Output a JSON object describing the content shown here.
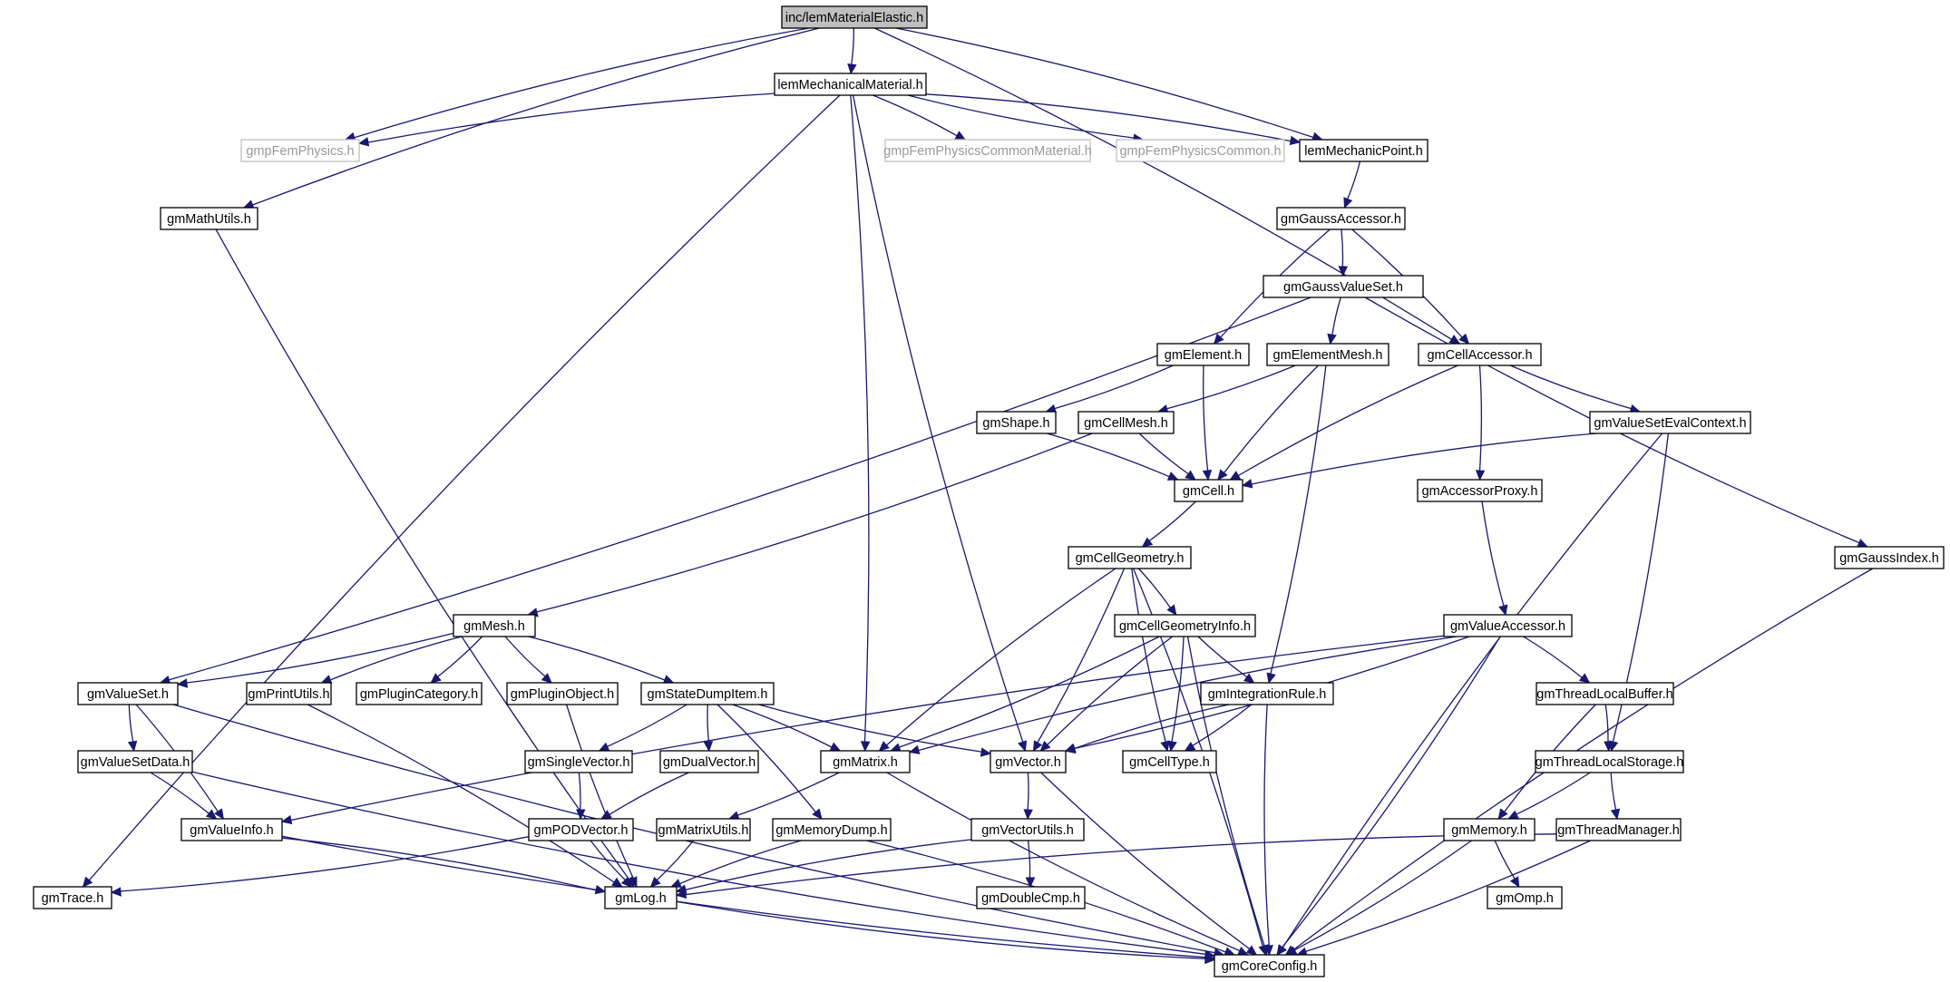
{
  "graph": {
    "edge_color": "#191970",
    "root_fill": "#bfbfbf",
    "external_color": "#9a9a9a",
    "nodes": [
      {
        "id": "n0",
        "label": "inc/lemMaterialElastic.h",
        "kind": "root"
      },
      {
        "id": "n1",
        "label": "lemMechanicalMaterial.h"
      },
      {
        "id": "n2",
        "label": "gmpFemPhysics.h",
        "kind": "ext"
      },
      {
        "id": "n3",
        "label": "gmpFemPhysicsCommonMaterial.h",
        "kind": "ext"
      },
      {
        "id": "n4",
        "label": "gmpFemPhysicsCommon.h",
        "kind": "ext"
      },
      {
        "id": "n5",
        "label": "lemMechanicPoint.h"
      },
      {
        "id": "n6",
        "label": "gmMathUtils.h"
      },
      {
        "id": "n7",
        "label": "gmGaussAccessor.h"
      },
      {
        "id": "n8",
        "label": "gmGaussValueSet.h"
      },
      {
        "id": "n9",
        "label": "gmElement.h"
      },
      {
        "id": "n10",
        "label": "gmElementMesh.h"
      },
      {
        "id": "n11",
        "label": "gmCellAccessor.h"
      },
      {
        "id": "n12",
        "label": "gmShape.h"
      },
      {
        "id": "n13",
        "label": "gmCellMesh.h"
      },
      {
        "id": "n14",
        "label": "gmValueSetEvalContext.h"
      },
      {
        "id": "n15",
        "label": "gmCell.h"
      },
      {
        "id": "n16",
        "label": "gmAccessorProxy.h"
      },
      {
        "id": "n17",
        "label": "gmCellGeometry.h"
      },
      {
        "id": "n18",
        "label": "gmGaussIndex.h"
      },
      {
        "id": "n19",
        "label": "gmMesh.h"
      },
      {
        "id": "n20",
        "label": "gmCellGeometryInfo.h"
      },
      {
        "id": "n21",
        "label": "gmValueAccessor.h"
      },
      {
        "id": "n22",
        "label": "gmValueSet.h"
      },
      {
        "id": "n23",
        "label": "gmPrintUtils.h"
      },
      {
        "id": "n24",
        "label": "gmPluginCategory.h"
      },
      {
        "id": "n25",
        "label": "gmPluginObject.h"
      },
      {
        "id": "n26",
        "label": "gmStateDumpItem.h"
      },
      {
        "id": "n27",
        "label": "gmIntegrationRule.h"
      },
      {
        "id": "n28",
        "label": "gmThreadLocalBuffer.h"
      },
      {
        "id": "n29",
        "label": "gmValueSetData.h"
      },
      {
        "id": "n30",
        "label": "gmSingleVector.h"
      },
      {
        "id": "n31",
        "label": "gmDualVector.h"
      },
      {
        "id": "n32",
        "label": "gmMatrix.h"
      },
      {
        "id": "n33",
        "label": "gmVector.h"
      },
      {
        "id": "n34",
        "label": "gmCellType.h"
      },
      {
        "id": "n35",
        "label": "gmThreadLocalStorage.h"
      },
      {
        "id": "n36",
        "label": "gmValueInfo.h"
      },
      {
        "id": "n37",
        "label": "gmPODVector.h"
      },
      {
        "id": "n38",
        "label": "gmMatrixUtils.h"
      },
      {
        "id": "n39",
        "label": "gmMemoryDump.h"
      },
      {
        "id": "n40",
        "label": "gmVectorUtils.h"
      },
      {
        "id": "n41",
        "label": "gmMemory.h"
      },
      {
        "id": "n42",
        "label": "gmThreadManager.h"
      },
      {
        "id": "n43",
        "label": "gmTrace.h"
      },
      {
        "id": "n44",
        "label": "gmLog.h"
      },
      {
        "id": "n45",
        "label": "gmDoubleCmp.h"
      },
      {
        "id": "n46",
        "label": "gmOmp.h"
      },
      {
        "id": "n47",
        "label": "gmCoreConfig.h"
      }
    ],
    "edges": [
      [
        "n0",
        "n1"
      ],
      [
        "n0",
        "n2"
      ],
      [
        "n0",
        "n5"
      ],
      [
        "n0",
        "n6"
      ],
      [
        "n0",
        "n11"
      ],
      [
        "n1",
        "n2"
      ],
      [
        "n1",
        "n3"
      ],
      [
        "n1",
        "n4"
      ],
      [
        "n1",
        "n5"
      ],
      [
        "n1",
        "n43"
      ],
      [
        "n1",
        "n32"
      ],
      [
        "n1",
        "n33"
      ],
      [
        "n5",
        "n7"
      ],
      [
        "n6",
        "n44"
      ],
      [
        "n7",
        "n8"
      ],
      [
        "n7",
        "n9"
      ],
      [
        "n7",
        "n11"
      ],
      [
        "n8",
        "n10"
      ],
      [
        "n8",
        "n22"
      ],
      [
        "n8",
        "n18"
      ],
      [
        "n9",
        "n12"
      ],
      [
        "n9",
        "n15"
      ],
      [
        "n10",
        "n13"
      ],
      [
        "n10",
        "n15"
      ],
      [
        "n10",
        "n27"
      ],
      [
        "n11",
        "n15"
      ],
      [
        "n11",
        "n16"
      ],
      [
        "n11",
        "n14"
      ],
      [
        "n12",
        "n15"
      ],
      [
        "n13",
        "n15"
      ],
      [
        "n13",
        "n19"
      ],
      [
        "n14",
        "n15"
      ],
      [
        "n14",
        "n35"
      ],
      [
        "n14",
        "n47"
      ],
      [
        "n15",
        "n17"
      ],
      [
        "n16",
        "n21"
      ],
      [
        "n17",
        "n20"
      ],
      [
        "n17",
        "n32"
      ],
      [
        "n17",
        "n33"
      ],
      [
        "n17",
        "n34"
      ],
      [
        "n17",
        "n47"
      ],
      [
        "n18",
        "n47"
      ],
      [
        "n19",
        "n22"
      ],
      [
        "n19",
        "n23"
      ],
      [
        "n19",
        "n24"
      ],
      [
        "n19",
        "n25"
      ],
      [
        "n19",
        "n26"
      ],
      [
        "n20",
        "n27"
      ],
      [
        "n20",
        "n32"
      ],
      [
        "n20",
        "n33"
      ],
      [
        "n20",
        "n34"
      ],
      [
        "n20",
        "n47"
      ],
      [
        "n21",
        "n28"
      ],
      [
        "n21",
        "n32"
      ],
      [
        "n21",
        "n33"
      ],
      [
        "n21",
        "n36"
      ],
      [
        "n21",
        "n47"
      ],
      [
        "n22",
        "n29"
      ],
      [
        "n22",
        "n36"
      ],
      [
        "n22",
        "n47"
      ],
      [
        "n23",
        "n44"
      ],
      [
        "n25",
        "n44"
      ],
      [
        "n26",
        "n30"
      ],
      [
        "n26",
        "n31"
      ],
      [
        "n26",
        "n32"
      ],
      [
        "n26",
        "n33"
      ],
      [
        "n26",
        "n39"
      ],
      [
        "n27",
        "n33"
      ],
      [
        "n27",
        "n34"
      ],
      [
        "n27",
        "n47"
      ],
      [
        "n28",
        "n35"
      ],
      [
        "n28",
        "n41"
      ],
      [
        "n29",
        "n36"
      ],
      [
        "n29",
        "n47"
      ],
      [
        "n30",
        "n37"
      ],
      [
        "n31",
        "n37"
      ],
      [
        "n32",
        "n38"
      ],
      [
        "n32",
        "n47"
      ],
      [
        "n33",
        "n40"
      ],
      [
        "n33",
        "n47"
      ],
      [
        "n35",
        "n41"
      ],
      [
        "n35",
        "n42"
      ],
      [
        "n36",
        "n44"
      ],
      [
        "n36",
        "n47"
      ],
      [
        "n37",
        "n43"
      ],
      [
        "n37",
        "n44"
      ],
      [
        "n38",
        "n44"
      ],
      [
        "n39",
        "n44"
      ],
      [
        "n39",
        "n47"
      ],
      [
        "n40",
        "n44"
      ],
      [
        "n40",
        "n45"
      ],
      [
        "n41",
        "n46"
      ],
      [
        "n41",
        "n47"
      ],
      [
        "n42",
        "n44"
      ],
      [
        "n42",
        "n47"
      ],
      [
        "n44",
        "n47"
      ]
    ]
  }
}
